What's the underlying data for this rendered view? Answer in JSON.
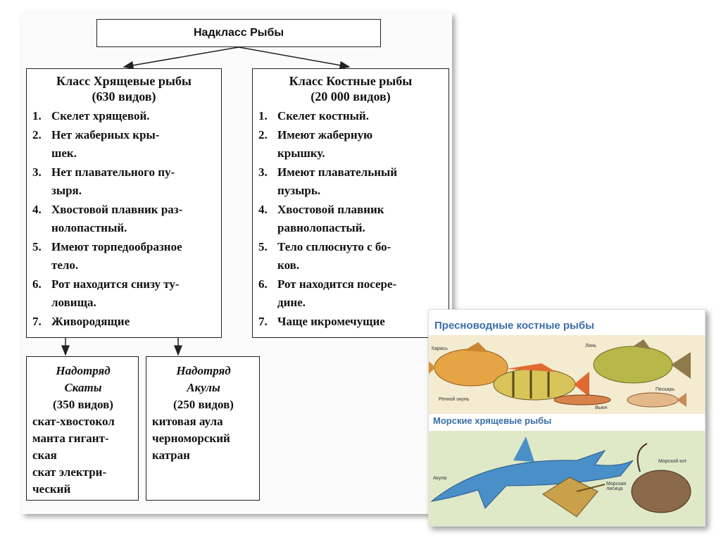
{
  "superclass": "Надкласс Рыбы",
  "cartilaginous": {
    "title": "Класс Хрящевые рыбы",
    "count": "(630 видов)",
    "traits": [
      {
        "n": "1.",
        "t": "Скелет хрящевой."
      },
      {
        "n": "2.",
        "t": "Нет жаберных кры-\nшек."
      },
      {
        "n": "3.",
        "t": "Нет плавательного пу-\nзыря."
      },
      {
        "n": "4.",
        "t": "Хвостовой плавник раз-\nнолопастный."
      },
      {
        "n": "5.",
        "t": "Имеют торпедообразное\nтело."
      },
      {
        "n": "6.",
        "t": "Рот находится снизу ту-\nловища."
      },
      {
        "n": "7.",
        "t": "Живородящие"
      }
    ]
  },
  "bony": {
    "title": "Класс Костные рыбы",
    "count": "(20 000 видов)",
    "traits": [
      {
        "n": "1.",
        "t": "Скелет костный."
      },
      {
        "n": "2.",
        "t": "Имеют жаберную\nкрышку."
      },
      {
        "n": "3.",
        "t": "Имеют плавательный\nпузырь."
      },
      {
        "n": "4.",
        "t": "Хвостовой плавник\nравнолопастый."
      },
      {
        "n": "5.",
        "t": "Тело сплюснуто с бо-\nков."
      },
      {
        "n": "6.",
        "t": "Рот находится посере-\nдине."
      },
      {
        "n": "7.",
        "t": "Чаще икромечущие"
      }
    ]
  },
  "rays": {
    "name": "Надотряд\nСкаты",
    "count": "(350 видов)",
    "species": "скат-хвостокол\nманта гигант-\nская\nскат электри-\nческий"
  },
  "sharks": {
    "name": "Надотряд\nАкулы",
    "count": "(250 видов)",
    "species": "китовая аула\nчерноморский\nкатран"
  },
  "photo": {
    "freshwater_caption": "Пресноводные костные рыбы",
    "marine_caption": "Морские хрящевые рыбы",
    "labels": {
      "karas": "Карась",
      "lin": "Линь",
      "okun": "Речной окунь",
      "peskar": "Пескарь",
      "vyun": "Вьюн",
      "akula": "Акула",
      "lisica": "Морская\nлисица",
      "kot": "Морской кот"
    }
  },
  "colors": {
    "freshwater_bg": "#f4ecd0",
    "marine_bg": "#dfe9c8",
    "caption": "#3a6fa8"
  }
}
